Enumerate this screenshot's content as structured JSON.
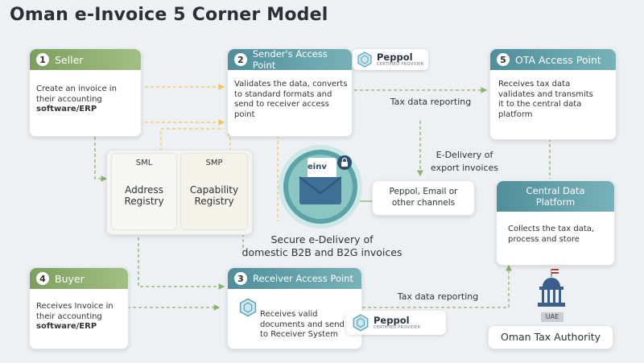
{
  "title": "Oman e-Invoice 5 Corner Model",
  "seller": {
    "num": "1",
    "title": "Seller",
    "line1": "Create an invoice in",
    "line2": "their accounting",
    "line3": "software/ERP"
  },
  "sender_ap": {
    "num": "2",
    "title": "Sender's Access Point",
    "line1": "Validates the data, converts",
    "line2": "to standard formats and",
    "line3": "send to receiver access point"
  },
  "ota_ap": {
    "num": "5",
    "title": "OTA Access Point",
    "line1": "Receives tax data",
    "line2": "validates and transmits",
    "line3": "it to the central data",
    "line4": "platform"
  },
  "buyer": {
    "num": "4",
    "title": "Buyer",
    "line1": "Receives Invoice in",
    "line2": "their accounting",
    "line3": "software/ERP"
  },
  "receiver_ap": {
    "num": "3",
    "title": "Receiver Access Point",
    "line1": "Receives valid",
    "line2": "documents and send",
    "line3": "to Receiver System"
  },
  "sml": {
    "tag": "SML",
    "line1": "Address",
    "line2": "Registry"
  },
  "smp": {
    "tag": "SMP",
    "line1": "Capability",
    "line2": "Registry"
  },
  "peppol_badge": {
    "name": "Peppol",
    "sub": "CERTIFIED PROVIDER"
  },
  "einv_label": "einv",
  "channels": {
    "line1": "Peppol, Email or",
    "line2": "other channels"
  },
  "secure": {
    "line1": "Secure e-Delivery of",
    "line2": "domestic B2B and B2G invoices"
  },
  "tax_reporting_top": "Tax data reporting",
  "tax_reporting_bottom": "Tax data reporting",
  "export": {
    "line1": "E-Delivery of",
    "line2": "export invoices"
  },
  "central": {
    "title_line1": "Central Data",
    "title_line2": "Platform",
    "line1": "Collects the tax data,",
    "line2": "process and store"
  },
  "authority": {
    "country": "UAE",
    "name": "Oman Tax Authority"
  },
  "colors": {
    "green": "#8aab6c",
    "teal": "#5d9ba4",
    "arrow_yellow": "#f1c75a",
    "arrow_green": "#8ab36b"
  }
}
